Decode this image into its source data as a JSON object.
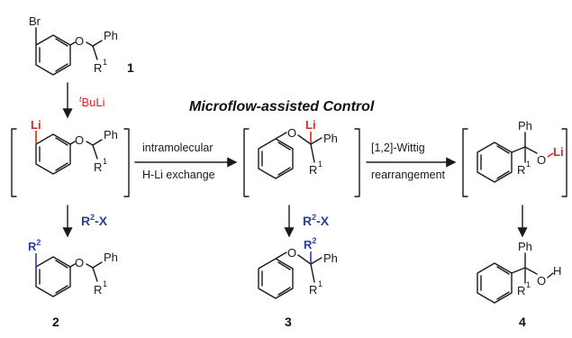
{
  "title": "Microflow-assisted Control",
  "compounds": {
    "c1": {
      "number": "1",
      "halogen": "Br",
      "oxygen": "O",
      "phenyl": "Ph",
      "r_group": "R",
      "r_sup": "1"
    },
    "int_a": {
      "metal": "Li",
      "oxygen": "O",
      "phenyl": "Ph",
      "r_group": "R",
      "r_sup": "1"
    },
    "int_b": {
      "metal": "Li",
      "oxygen": "O",
      "phenyl": "Ph",
      "r_group": "R",
      "r_sup": "1"
    },
    "int_c": {
      "metal": "Li",
      "oxygen": "O",
      "phenyl": "Ph",
      "r_group": "R",
      "r_sup": "1"
    },
    "c2": {
      "number": "2",
      "substituent": "R",
      "sub_sup": "2",
      "oxygen": "O",
      "phenyl": "Ph",
      "r_group": "R",
      "r_sup": "1"
    },
    "c3": {
      "number": "3",
      "substituent": "R",
      "sub_sup": "2",
      "oxygen": "O",
      "phenyl": "Ph",
      "r_group": "R",
      "r_sup": "1"
    },
    "c4": {
      "number": "4",
      "oxygen": "O",
      "hydrogen": "H",
      "phenyl": "Ph",
      "r_group": "R",
      "r_sup": "1"
    }
  },
  "reagents": {
    "tbuli_sup": "t",
    "tbuli": "BuLi",
    "electrophile_a": {
      "r": "R",
      "sup": "2",
      "x": "-X"
    },
    "electrophile_b": {
      "r": "R",
      "sup": "2",
      "x": "-X"
    }
  },
  "steps": {
    "exchange_line1": "intramolecular",
    "exchange_line2": "H-Li exchange",
    "wittig_line1": "[1,2]-Wittig",
    "wittig_line2": "rearrangement"
  },
  "colors": {
    "metal": "#d7261e",
    "electrophile": "#2b3f9c",
    "bond": "#1a1a1a"
  }
}
